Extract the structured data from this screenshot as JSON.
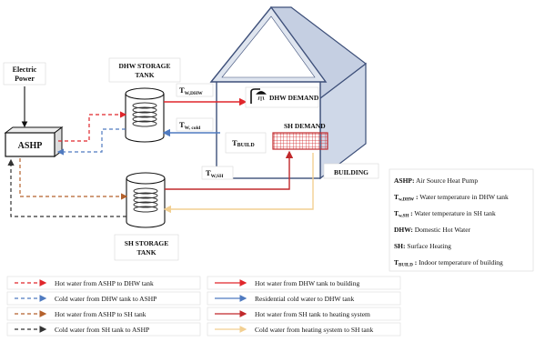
{
  "labels": {
    "electric_line1": "Electric",
    "electric_line2": "Power",
    "ashp": "ASHP",
    "dhw_tank_line1": "DHW STORAGE",
    "dhw_tank_line2": "TANK",
    "sh_tank_line1": "SH STORAGE",
    "sh_tank_line2": "TANK",
    "tw_dhw_main": "T",
    "tw_dhw_sub": "W,DHW",
    "tw_cold_main": "T",
    "tw_cold_sub": "W, cold",
    "tw_sh_main": "T",
    "tw_sh_sub": "W,SH",
    "tbuild_main": "T",
    "tbuild_sub": "BUILD",
    "dhw_demand": "DHW DEMAND",
    "sh_demand": "SH DEMAND",
    "building": "BUILDING"
  },
  "glossary": [
    {
      "term": "ASHP",
      "term_sub": "",
      "sep": ":",
      "desc": " Air Source Heat Pump"
    },
    {
      "term": "T",
      "term_sub": "w,DHW",
      "sep": " :",
      "desc": " Water temperature in DHW tank"
    },
    {
      "term": "T",
      "term_sub": "w,SH",
      "sep": " :",
      "desc": " Water temperature in SH tank"
    },
    {
      "term": "DHW",
      "term_sub": "",
      "sep": ":",
      "desc": " Domestic Hot Water"
    },
    {
      "term": "SH",
      "term_sub": "",
      "sep": ":",
      "desc": " Surface Heating"
    },
    {
      "term": "T",
      "term_sub": "BUILD",
      "sep": " :",
      "desc": " Indoor temperature of building"
    }
  ],
  "legend": [
    {
      "text": "Hot water from ASHP to DHW tank",
      "color": "#e0262b",
      "style": "dashed"
    },
    {
      "text": "Cold water from DHW tank to ASHP",
      "color": "#4f7ac0",
      "style": "dashed"
    },
    {
      "text": "Hot water from ASHP to SH tank",
      "color": "#b4612c",
      "style": "dashed"
    },
    {
      "text": "Cold water from SH tank to ASHP",
      "color": "#333333",
      "style": "dashed"
    },
    {
      "text": "Hot water from DHW tank to building",
      "color": "#e0262b",
      "style": "solid"
    },
    {
      "text": "Residential cold water to DHW tank",
      "color": "#4f7ac0",
      "style": "solid"
    },
    {
      "text": "Hot water from SH tank to heating system",
      "color": "#c0282b",
      "style": "solid"
    },
    {
      "text": "Cold water from heating system to SH tank",
      "color": "#f2cf91",
      "style": "solid"
    }
  ],
  "colors": {
    "hot_red": "#e0262b",
    "cold_blue": "#4f7ac0",
    "sh_hot": "#b4612c",
    "sh_cold_dark": "#333333",
    "sh_supply": "#c0282b",
    "sh_return": "#f2cf91",
    "house_outline": "#3d4f79",
    "house_fill": "#dfe5ef"
  }
}
